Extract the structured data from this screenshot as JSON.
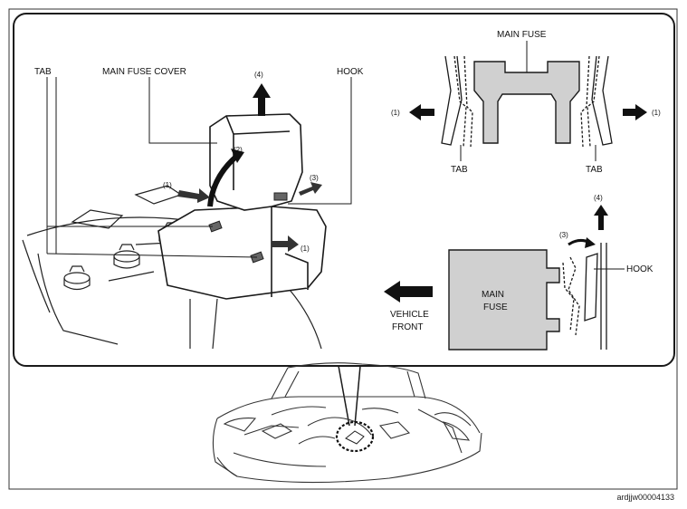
{
  "figure_code": "ardjjw00004133",
  "left_panel": {
    "tab": "TAB",
    "main_fuse_cover": "MAIN FUSE COVER",
    "hook": "HOOK",
    "step_1": "(1)",
    "step_2": "(2)",
    "step_3": "(3)",
    "step_4": "(4)"
  },
  "top_right_panel": {
    "main_fuse": "MAIN FUSE",
    "tab_left": "TAB",
    "tab_right": "TAB",
    "step_1_left": "(1)",
    "step_1_right": "(1)"
  },
  "bottom_right_panel": {
    "step_3": "(3)",
    "step_4": "(4)",
    "hook": "HOOK",
    "main_fuse_line1": "MAIN",
    "main_fuse_line2": "FUSE",
    "vehicle_front_line1": "VEHICLE",
    "vehicle_front_line2": "FRONT"
  },
  "colors": {
    "fuse_fill": "#d0d0d0",
    "line": "#1a1a1a",
    "arrow": "#111111"
  }
}
